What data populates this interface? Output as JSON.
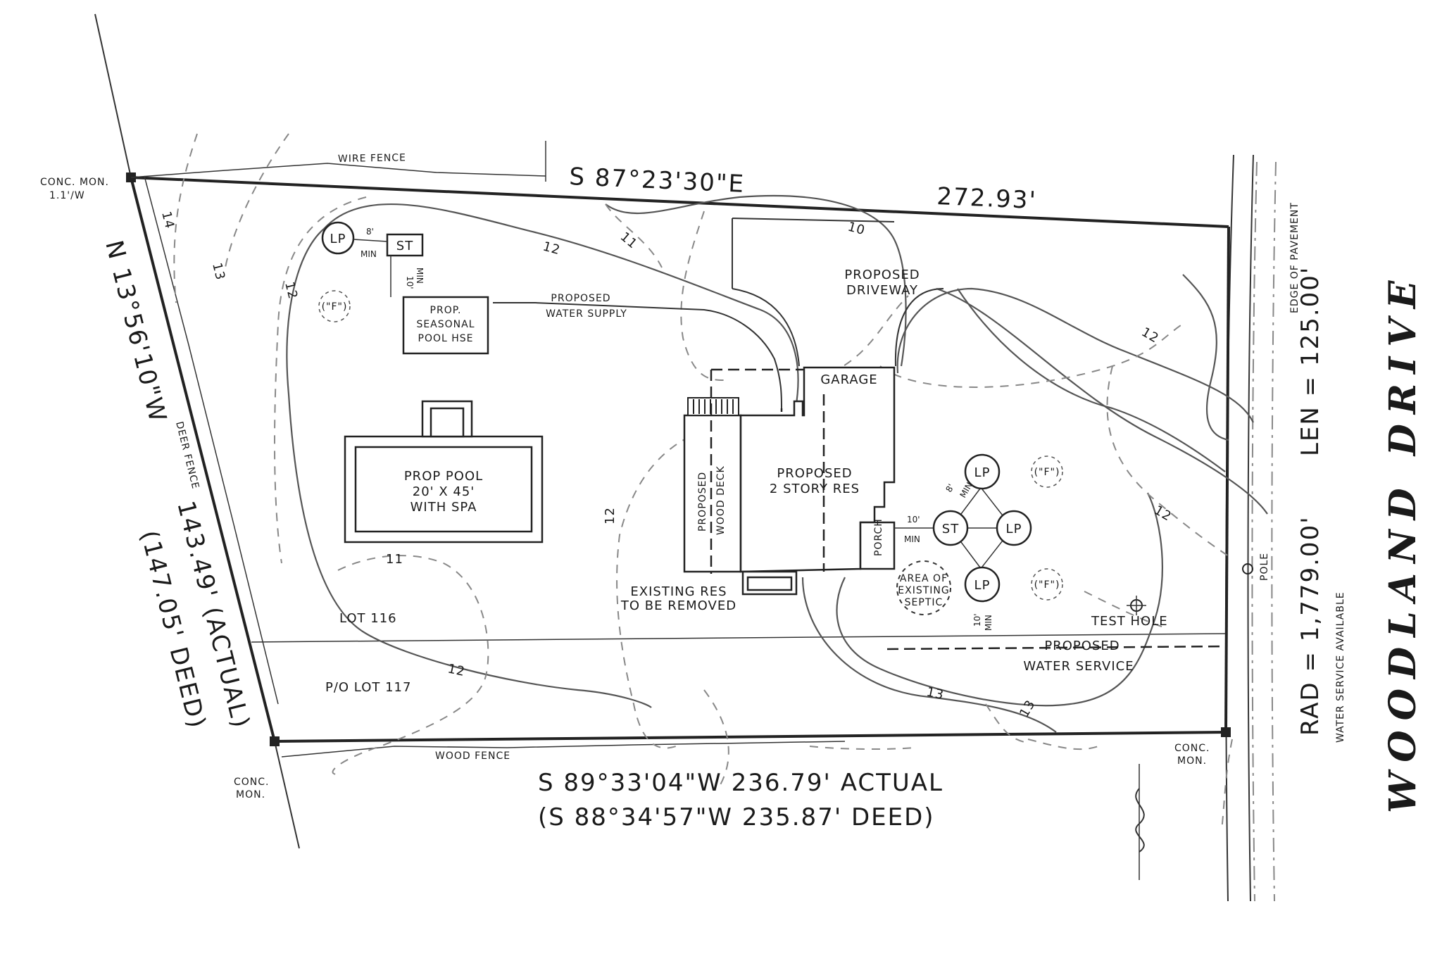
{
  "boundary": {
    "north_bearing": "S 87°23'30\"E",
    "north_length": "272.93'",
    "west_bearing": "N 13°56'10\"W",
    "west_actual": "143.49' (ACTUAL)",
    "west_deed": "(147.05' DEED)",
    "south_actual": "S 89°33'04\"W   236.79' ACTUAL",
    "south_deed": "(S 88°34'57\"W   235.87' DEED)",
    "east_radius": "RAD = 1,779.00'",
    "east_length": "LEN = 125.00'"
  },
  "road": {
    "name": "WOODLAND DRIVE",
    "edge_label": "EDGE OF PAVEMENT",
    "water_note": "WATER SERVICE AVAILABLE"
  },
  "monuments": {
    "nw_line1": "CONC. MON.",
    "nw_line2": "1.1'/W",
    "sw_line1": "CONC.",
    "sw_line2": "MON.",
    "se_line1": "CONC.",
    "se_line2": "MON."
  },
  "fences": {
    "wire": "WIRE FENCE",
    "deer": "DEER FENCE",
    "wood": "WOOD FENCE"
  },
  "structures": {
    "pool_line1": "PROP POOL",
    "pool_line2": "20' X 45'",
    "pool_line3": "WITH SPA",
    "poolhouse_line1": "PROP.",
    "poolhouse_line2": "SEASONAL",
    "poolhouse_line3": "POOL HSE",
    "residence_line1": "PROPOSED",
    "residence_line2": "2 STORY RES",
    "garage": "GARAGE",
    "porch": "PORCH",
    "deck_line1": "PROPOSED",
    "deck_line2": "WOOD DECK",
    "driveway_line1": "PROPOSED",
    "driveway_line2": "DRIVEWAY",
    "existing_line1": "EXISTING RES",
    "existing_line2": "TO BE REMOVED"
  },
  "utilities": {
    "water_supply_line1": "PROPOSED",
    "water_supply_line2": "WATER SUPPLY",
    "water_service_line1": "PROPOSED",
    "water_service_line2": "WATER SERVICE",
    "septic_line1": "AREA OF",
    "septic_line2": "EXISTING",
    "septic_line3": "SEPTIC",
    "test_hole": "TEST HOLE",
    "pole": "POLE",
    "lp": "LP",
    "st": "ST",
    "f": "(\"F\")"
  },
  "dimensions": {
    "d8": "8'",
    "d10": "10'",
    "min": "MIN"
  },
  "lots": {
    "lot116": "LOT 116",
    "lot117": "P/O LOT 117"
  },
  "contours": {
    "c10": "10",
    "c11": "11",
    "c12": "12",
    "c13": "13",
    "c14": "14"
  }
}
